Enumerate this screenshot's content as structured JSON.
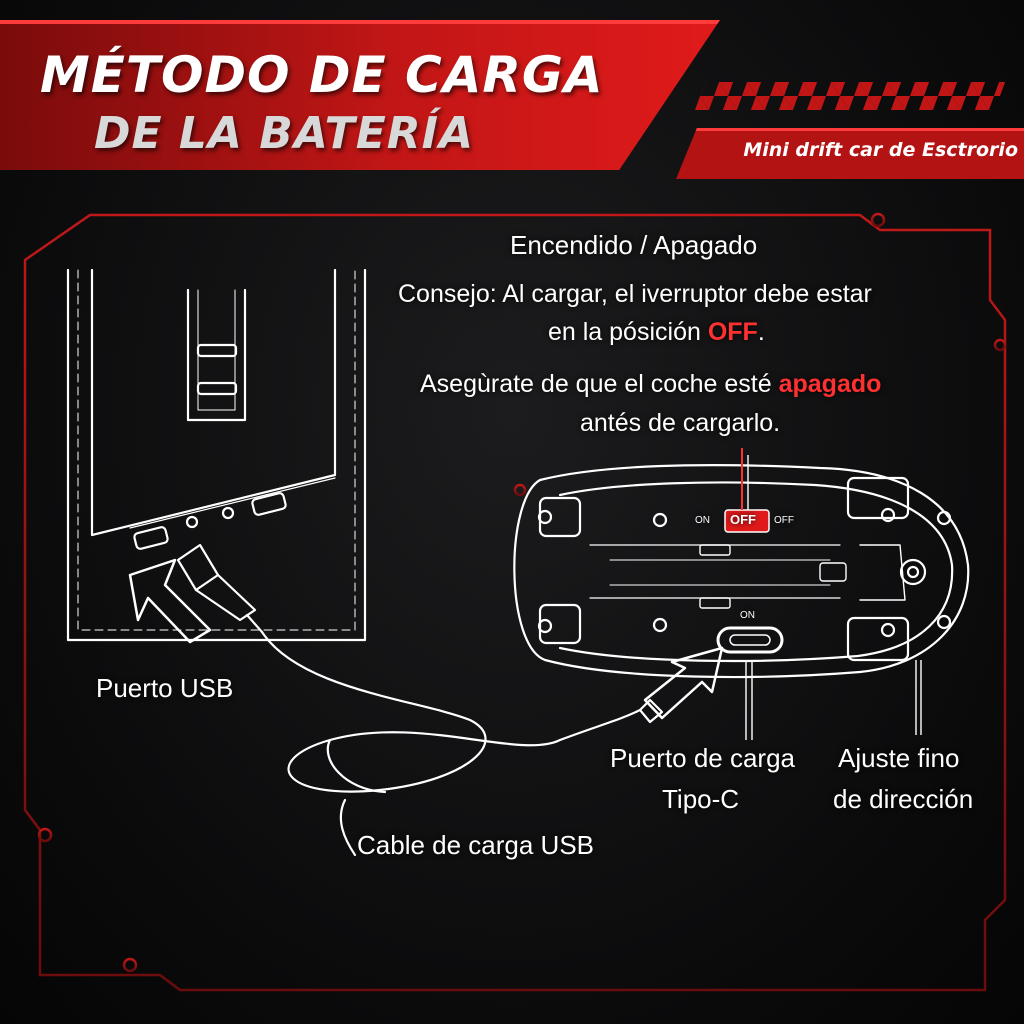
{
  "header": {
    "title_line1": "MÉTODO DE CARGA",
    "title_line2": "DE LA BATERÍA",
    "brand": "Mini drift car de Esctrorio"
  },
  "instructions": {
    "switch_label": "Encendido / Apagado",
    "tip_line1": "Consejo: Al cargar, el iverruptor debe estar",
    "tip_line2_prefix": "en la pósición ",
    "tip_line2_highlight": "OFF",
    "tip_line2_suffix": ".",
    "warn_line1_prefix": "Asegùrate de que el coche esté ",
    "warn_line1_highlight": "apagado",
    "warn_line2": "antés de cargarlo."
  },
  "car": {
    "switch_off_text": "OFF",
    "switch_on_mark": "ON",
    "switch_off_mark": "OFF",
    "port_mark": "ON"
  },
  "labels": {
    "usb_port": "Puerto USB",
    "cable": "Cable de carga USB",
    "charge_port_line1": "Puerto de carga",
    "charge_port_line2": "Tipo-C",
    "trim_line1": "Ajuste fino",
    "trim_line2": "de dirección"
  },
  "colors": {
    "accent": "#e01a1a",
    "highlight": "#ff3030",
    "background": "#0b0b0c",
    "line": "#ffffff"
  }
}
